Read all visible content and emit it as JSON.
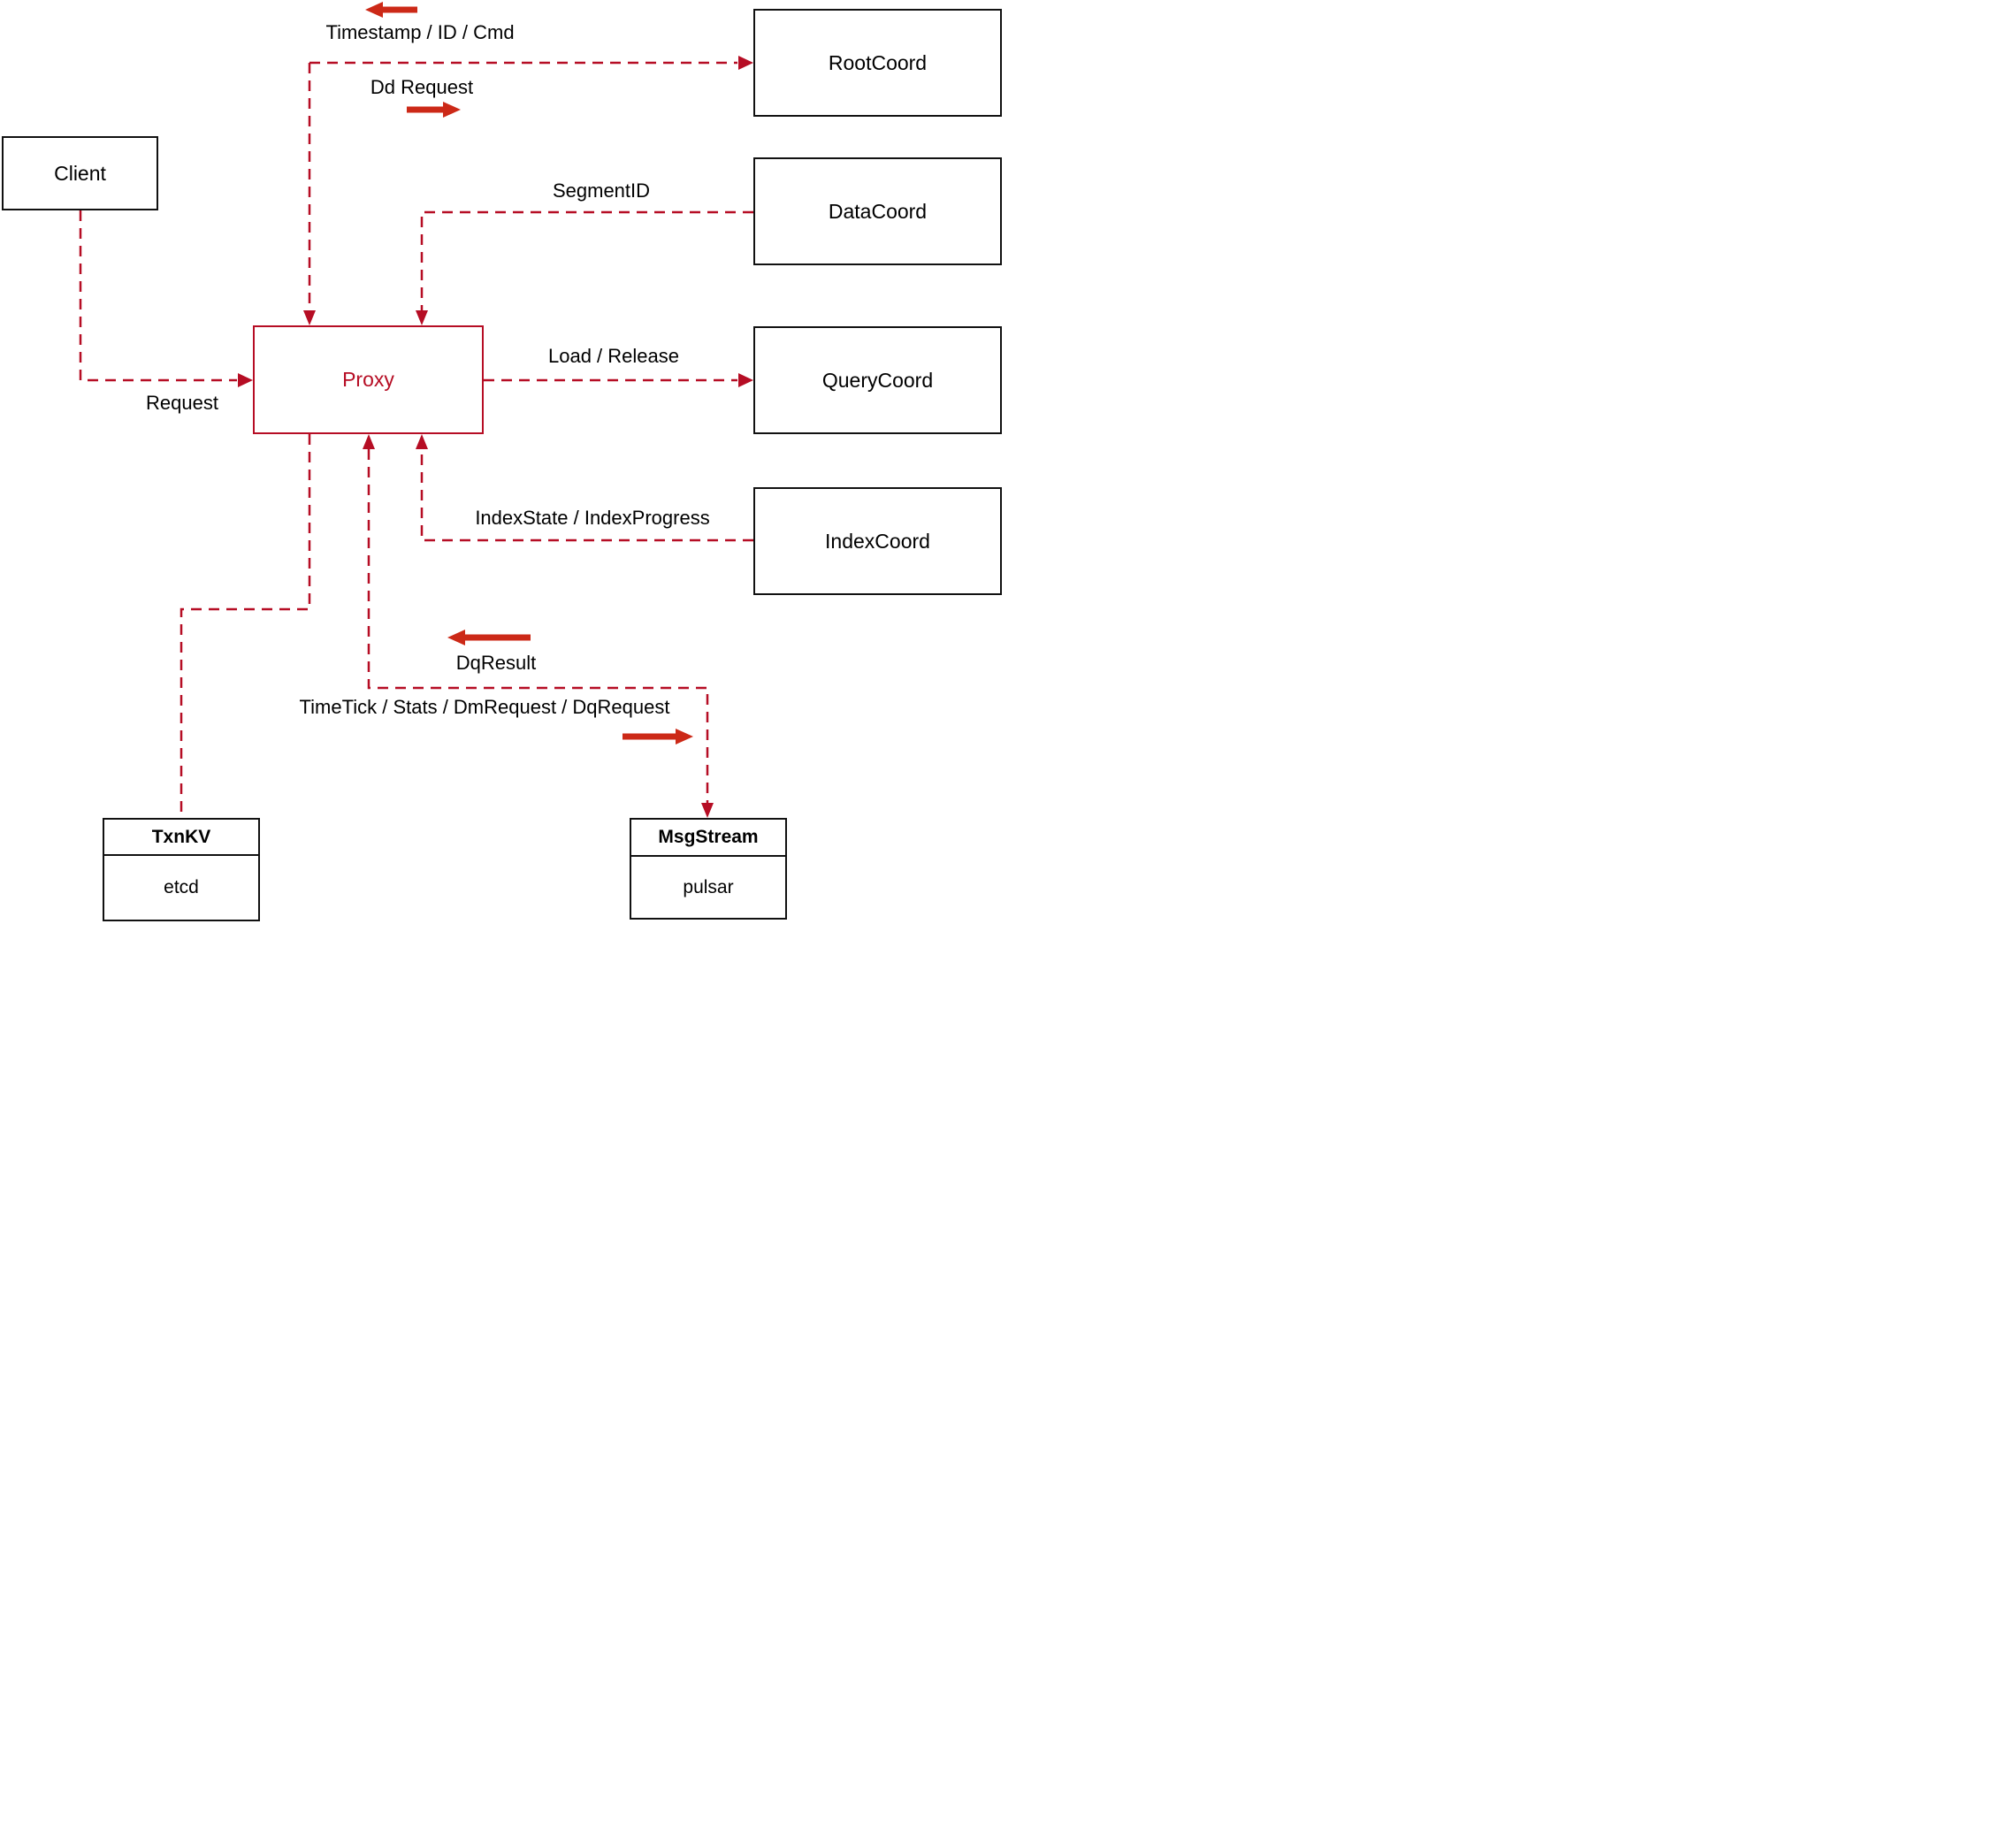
{
  "nodes": {
    "client": {
      "label": "Client"
    },
    "proxy": {
      "label": "Proxy"
    },
    "root_coord": {
      "label": "RootCoord"
    },
    "data_coord": {
      "label": "DataCoord"
    },
    "query_coord": {
      "label": "QueryCoord"
    },
    "index_coord": {
      "label": "IndexCoord"
    },
    "txn_kv": {
      "title": "TxnKV",
      "impl": "etcd"
    },
    "msg_stream": {
      "title": "MsgStream",
      "impl": "pulsar"
    }
  },
  "edges": {
    "client_to_proxy": "Request",
    "rootcoord_to_proxy": "Timestamp / ID / Cmd",
    "proxy_to_rootcoord": "Dd Request",
    "datacoord_to_proxy": "SegmentID",
    "proxy_to_querycoord": "Load / Release",
    "indexcoord_to_proxy": "IndexState / IndexProgress",
    "msgstream_to_proxy": "DqResult",
    "proxy_to_msgstream": "TimeTick / Stats / DmRequest / DqRequest"
  },
  "colors": {
    "line_red": "#b60d24",
    "arrow_red": "#cc2917",
    "box_black": "#111111"
  }
}
